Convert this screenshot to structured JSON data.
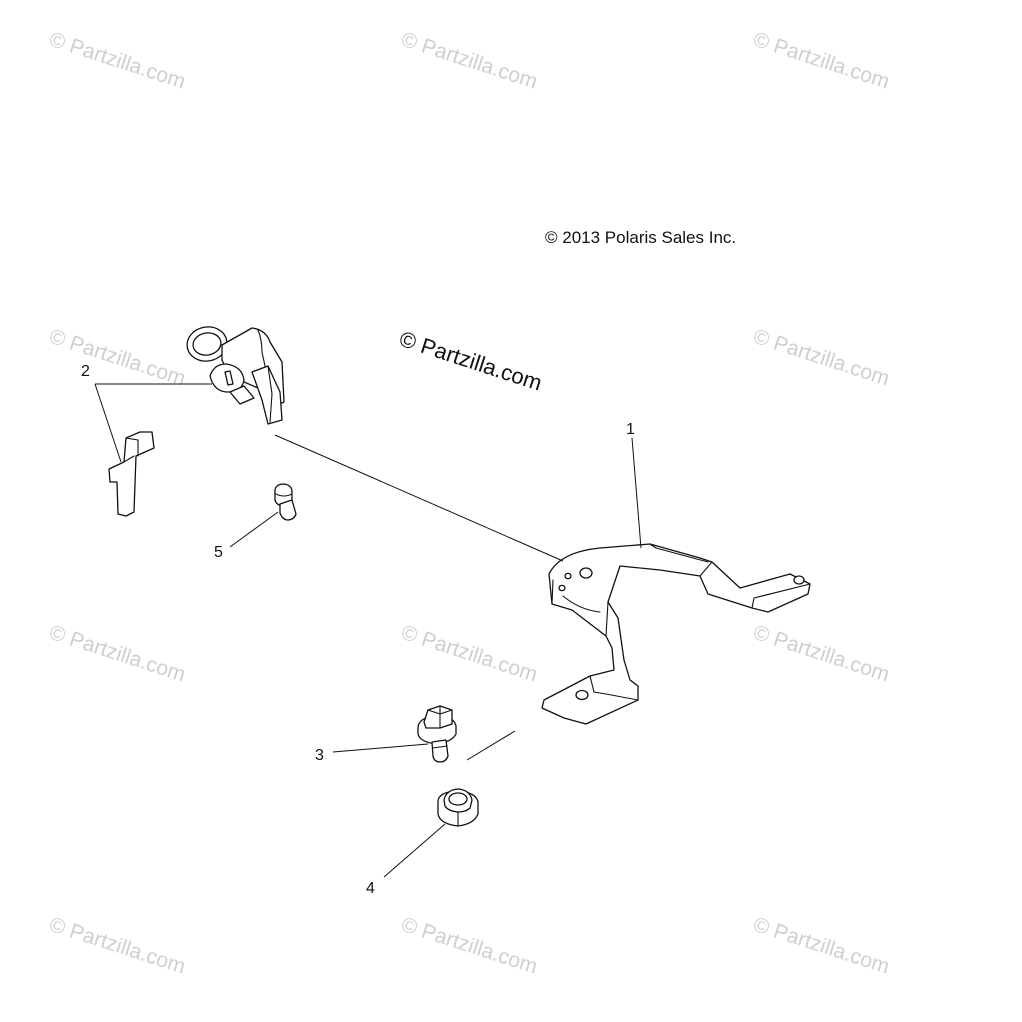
{
  "watermark": {
    "text": "© Partzilla.com",
    "center_text": "© Partzilla.com"
  },
  "copyright": "© 2013 Polaris Sales Inc.",
  "callouts": [
    {
      "id": "1",
      "label": "1"
    },
    {
      "id": "2",
      "label": "2"
    },
    {
      "id": "3",
      "label": "3"
    },
    {
      "id": "4",
      "label": "4"
    },
    {
      "id": "5",
      "label": "5"
    }
  ],
  "colors": {
    "line": "#111111",
    "watermark": "#cfcfcf",
    "background": "#ffffff"
  }
}
